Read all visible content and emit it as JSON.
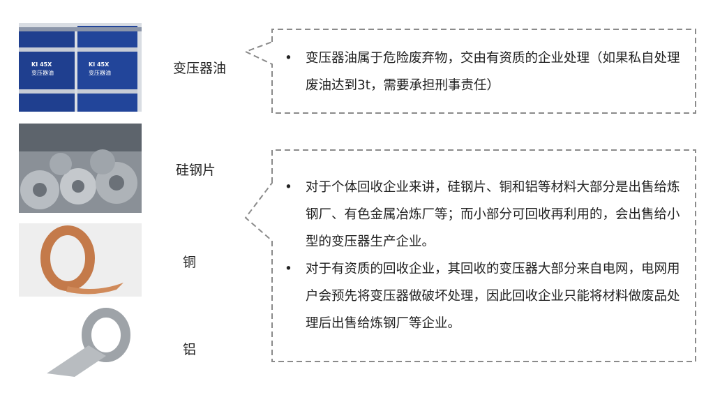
{
  "items": [
    {
      "label": "变压器油",
      "image_text": [
        "KI 45X",
        "变压器油"
      ]
    },
    {
      "label": "硅钢片"
    },
    {
      "label": "铜"
    },
    {
      "label": "铝"
    }
  ],
  "callouts": [
    {
      "bullets": [
        "变压器油属于危险废弃物，交由有资质的企业处理（如果私自处理废油达到3t，需要承担刑事责任）"
      ]
    },
    {
      "bullets": [
        "对于个体回收企业来讲，硅钢片、铜和铝等材料大部分是出售给炼钢厂、有色金属冶炼厂等；而小部分可回收再利用的，会出售给小型的变压器生产企业。",
        "对于有资质的回收企业，其回收的变压器大部分来自电网，电网用户会预先将变压器做破坏处理，因此回收企业只能将材料做废品处理后出售给炼钢厂等企业。"
      ]
    }
  ],
  "colors": {
    "frame": "#8a8a8a",
    "barrel": "#1f3f8f"
  }
}
